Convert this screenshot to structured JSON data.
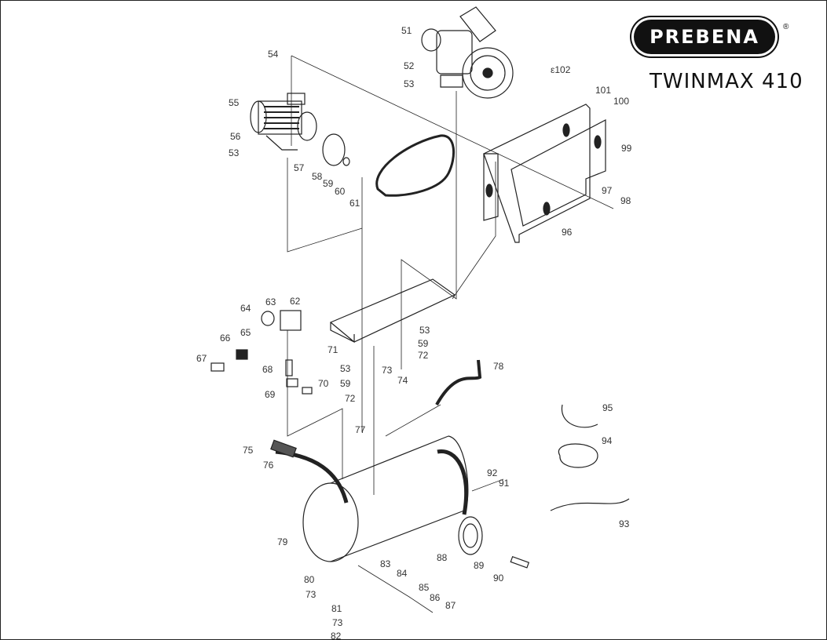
{
  "brand": {
    "name": "PREBENA",
    "registered_mark": "®",
    "model": "TWINMAX 410"
  },
  "part_labels": [
    "51",
    "52",
    "53",
    "ε102",
    "54",
    "55",
    "56",
    "53",
    "57",
    "58",
    "59",
    "60",
    "61",
    "101",
    "100",
    "99",
    "97",
    "98",
    "96",
    "64",
    "63",
    "62",
    "65",
    "66",
    "67",
    "71",
    "53",
    "59",
    "72",
    "68",
    "53",
    "59",
    "73",
    "74",
    "69",
    "70",
    "72",
    "78",
    "77",
    "75",
    "76",
    "95",
    "94",
    "92",
    "91",
    "93",
    "79",
    "83",
    "84",
    "88",
    "89",
    "90",
    "80",
    "73",
    "85",
    "86",
    "87",
    "81",
    "73",
    "82"
  ]
}
